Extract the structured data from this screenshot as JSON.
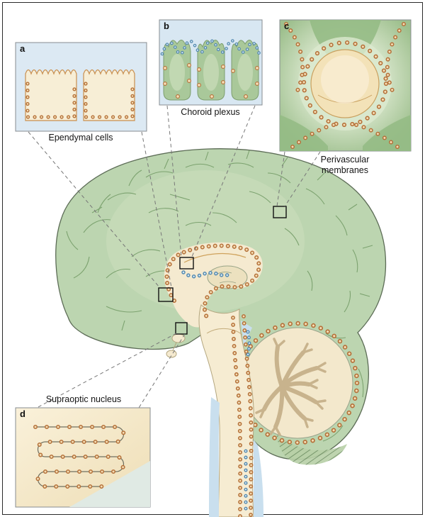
{
  "figure": {
    "kind": "brain-anatomy-diagram",
    "panels": [
      {
        "id": "a",
        "label": "a",
        "caption": "Ependymal cells"
      },
      {
        "id": "b",
        "label": "b",
        "caption": "Choroid plexus"
      },
      {
        "id": "c",
        "label": "c",
        "caption": "Perivascular membranes"
      },
      {
        "id": "d",
        "label": "d",
        "caption": "Supraoptic nucleus"
      }
    ],
    "colors": {
      "brain_green": "#bcd5b0",
      "cream": "#f5ead0",
      "csf_blue": "#c9dfee",
      "membrane_dot_stroke": "#b5713a",
      "membrane_dot_fill": "#f3ddb4",
      "blue_dot_stroke": "#4f86ad",
      "outline": "#5c6c56"
    }
  }
}
